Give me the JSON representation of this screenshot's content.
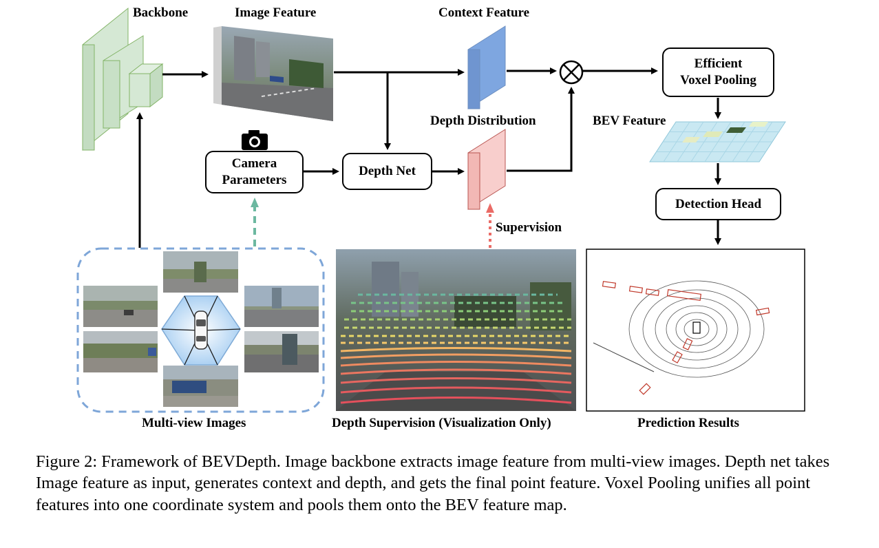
{
  "labels": {
    "backbone": "Backbone",
    "image_feature": "Image Feature",
    "context_feature": "Context Feature",
    "depth_distribution": "Depth Distribution",
    "bev_feature": "BEV Feature",
    "supervision": "Supervision",
    "multi_view_images": "Multi-view Images",
    "depth_supervision": "Depth Supervision (Visualization Only)",
    "prediction_results": "Prediction Results"
  },
  "boxes": {
    "camera_parameters_line1": "Camera",
    "camera_parameters_line2": "Parameters",
    "depth_net": "Depth Net",
    "voxel_pooling_line1": "Efficient",
    "voxel_pooling_line2": "Voxel Pooling",
    "detection_head": "Detection Head"
  },
  "caption": "Figure 2: Framework of BEVDepth. Image backbone extracts image feature from multi-view images. Depth net takes Image feature as input, generates context and depth, and gets the final point feature. Voxel Pooling unifies all point features into one coordinate system and pools them onto the BEV feature map.",
  "colors": {
    "backbone_green": "#d5e8d4",
    "context_blue": "#7ea6e0",
    "depth_pink": "#f8cecc",
    "bev_cyan": "#c9e8f2",
    "dashed_blue": "#7ea6d8",
    "dashed_teal": "#6cb8a0",
    "dotted_red": "#ea6b66"
  }
}
